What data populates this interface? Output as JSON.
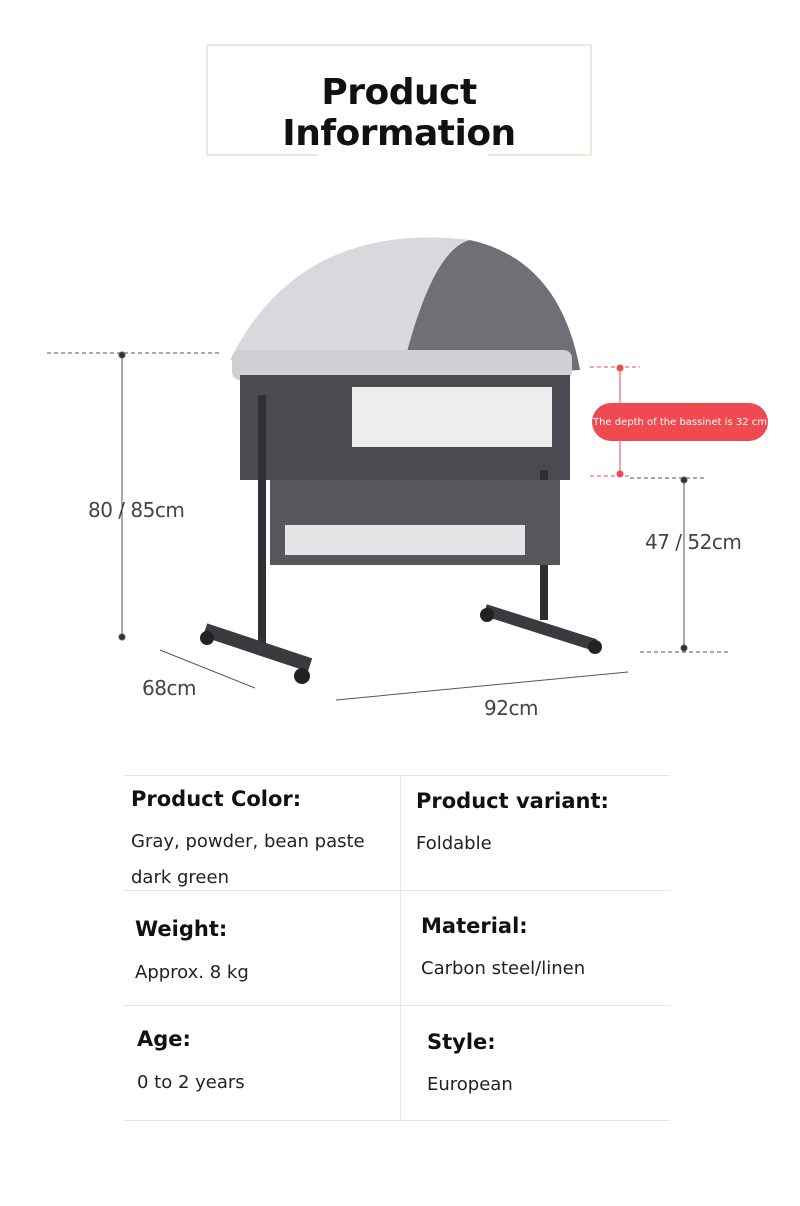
{
  "title": "Product Information",
  "dimensions": {
    "height_total": "80 / 85cm",
    "height_bed": "47 / 52cm",
    "width": "68cm",
    "length": "92cm",
    "depth_note": "The depth of the bassinet is 32 cm"
  },
  "colors": {
    "accent": "#ef4a50",
    "frame": "#3a3b3f"
  },
  "specs": [
    {
      "label": "Product Color:",
      "value": "Gray, powder, bean paste dark green"
    },
    {
      "label": "Product variant:",
      "value": "Foldable"
    },
    {
      "label": "Weight:",
      "value": "Approx. 8 kg"
    },
    {
      "label": "Material:",
      "value": "Carbon steel/linen"
    },
    {
      "label": "Age:",
      "value": "0 to 2 years"
    },
    {
      "label": "Style:",
      "value": "European"
    }
  ]
}
